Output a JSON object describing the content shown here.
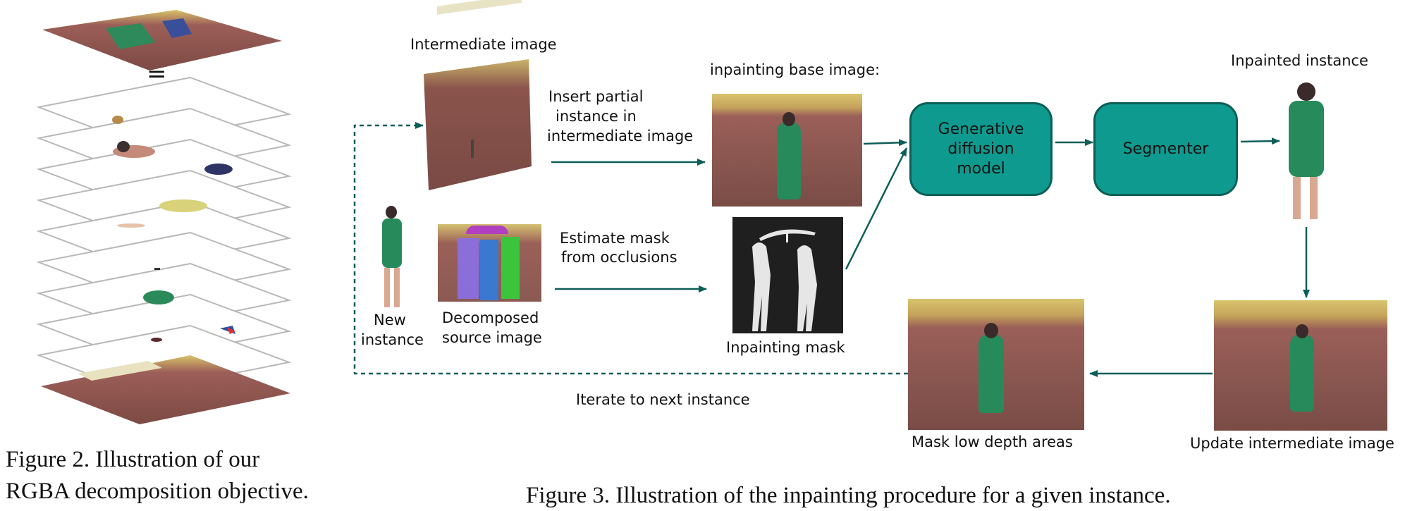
{
  "figure2": {
    "equals_sign": "=",
    "caption_line1": "Figure 2.   Illustration of our",
    "caption_line2": "RGBA decomposition objective."
  },
  "figure3": {
    "labels": {
      "intermediate_image": "Intermediate image",
      "inpainting_base_image": "inpainting base image:",
      "inpainted_instance": "Inpainted instance",
      "insert_line1": "Insert partial",
      "insert_line2": "instance in",
      "insert_line3": "intermediate  image",
      "estimate_line1": "Estimate mask",
      "estimate_line2": "from occlusions",
      "new_instance_line1": "New",
      "new_instance_line2": "instance",
      "decomposed_line1": "Decomposed",
      "decomposed_line2": "source image",
      "inpainting_mask": "Inpainting mask",
      "mask_low_depth": "Mask low depth areas",
      "update_intermediate": "Update intermediate image",
      "iterate": "Iterate to next instance"
    },
    "boxes": {
      "diffusion_line1": "Generative",
      "diffusion_line2": "diffusion",
      "diffusion_line3": "model",
      "segmenter": "Segmenter"
    },
    "caption": "Figure 3. Illustration of the inpainting procedure for a given instance."
  },
  "colors": {
    "teal_fill": "#0f9a8f",
    "teal_border": "#0b5f57",
    "arrow": "#0e5e58",
    "layer_outline": "#b8b8b8"
  }
}
